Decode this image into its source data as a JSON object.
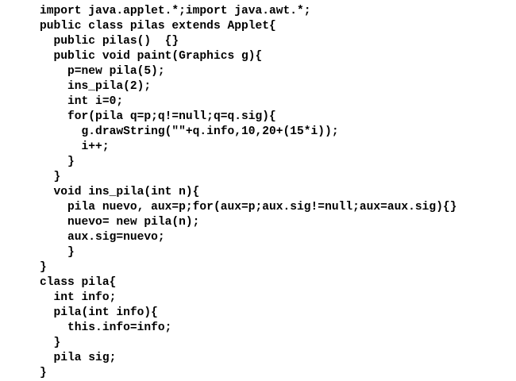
{
  "code": {
    "lines": [
      "import java.applet.*;import java.awt.*;",
      "public class pilas extends Applet{",
      "  public pilas()  {}",
      "  public void paint(Graphics g){",
      "    p=new pila(5);",
      "    ins_pila(2);",
      "    int i=0;",
      "    for(pila q=p;q!=null;q=q.sig){",
      "      g.drawString(\"\"+q.info,10,20+(15*i));",
      "      i++;",
      "    }",
      "  }",
      "  void ins_pila(int n){",
      "    pila nuevo, aux=p;for(aux=p;aux.sig!=null;aux=aux.sig){}",
      "    nuevo= new pila(n);",
      "    aux.sig=nuevo;",
      "    }",
      "}",
      "class pila{",
      "  int info;",
      "  pila(int info){",
      "    this.info=info;",
      "  }",
      "  pila sig;",
      "}"
    ]
  }
}
